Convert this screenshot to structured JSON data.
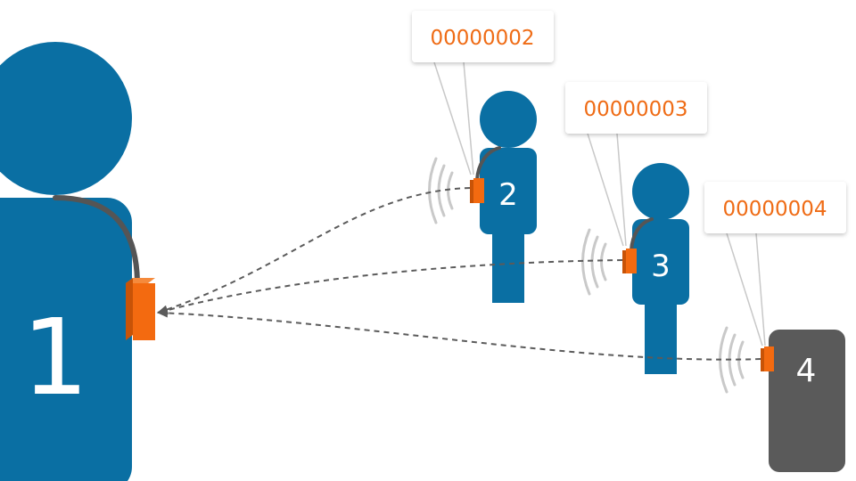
{
  "colors": {
    "person": "#0a6fa3",
    "device": "#5a5a5a",
    "tag_front": "#f36a10",
    "tag_side": "#c85307",
    "arrow": "#5b5b5b",
    "callout_text": "#ef6c16",
    "wave": "#c9c9c9"
  },
  "figures": {
    "person1": {
      "label": "1"
    },
    "person2": {
      "label": "2",
      "id_code": "00000002"
    },
    "person3": {
      "label": "3",
      "id_code": "00000003"
    },
    "device4": {
      "label": "4",
      "id_code": "00000004"
    }
  }
}
